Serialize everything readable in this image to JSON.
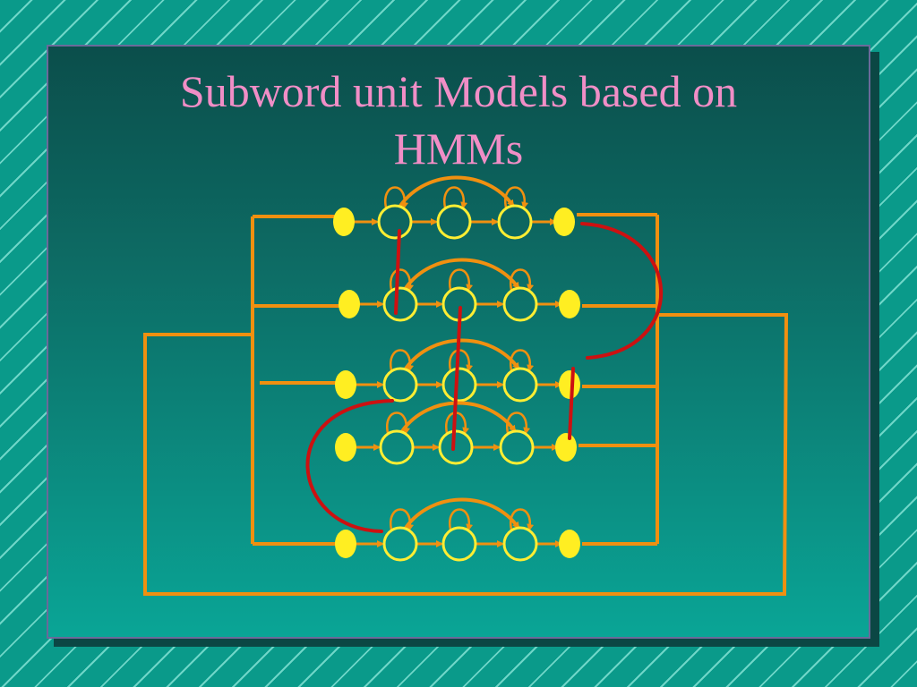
{
  "slide": {
    "title_line1": "Subword unit Models based on",
    "title_line2": "HMMs"
  },
  "colors": {
    "background": "#0a9a8a",
    "stripe": "#6fd6c8",
    "panel_dark": "#0b4e4b",
    "panel_light": "#0aa596",
    "title": "#f08ec6",
    "wire": "#f09010",
    "state_stroke": "#ffee33",
    "terminal_fill": "#ffee22",
    "path": "#cc1111"
  },
  "diagram": {
    "rows": 5,
    "states_per_row": 3,
    "connection_line_color": "orange",
    "selected_path_color": "red"
  }
}
